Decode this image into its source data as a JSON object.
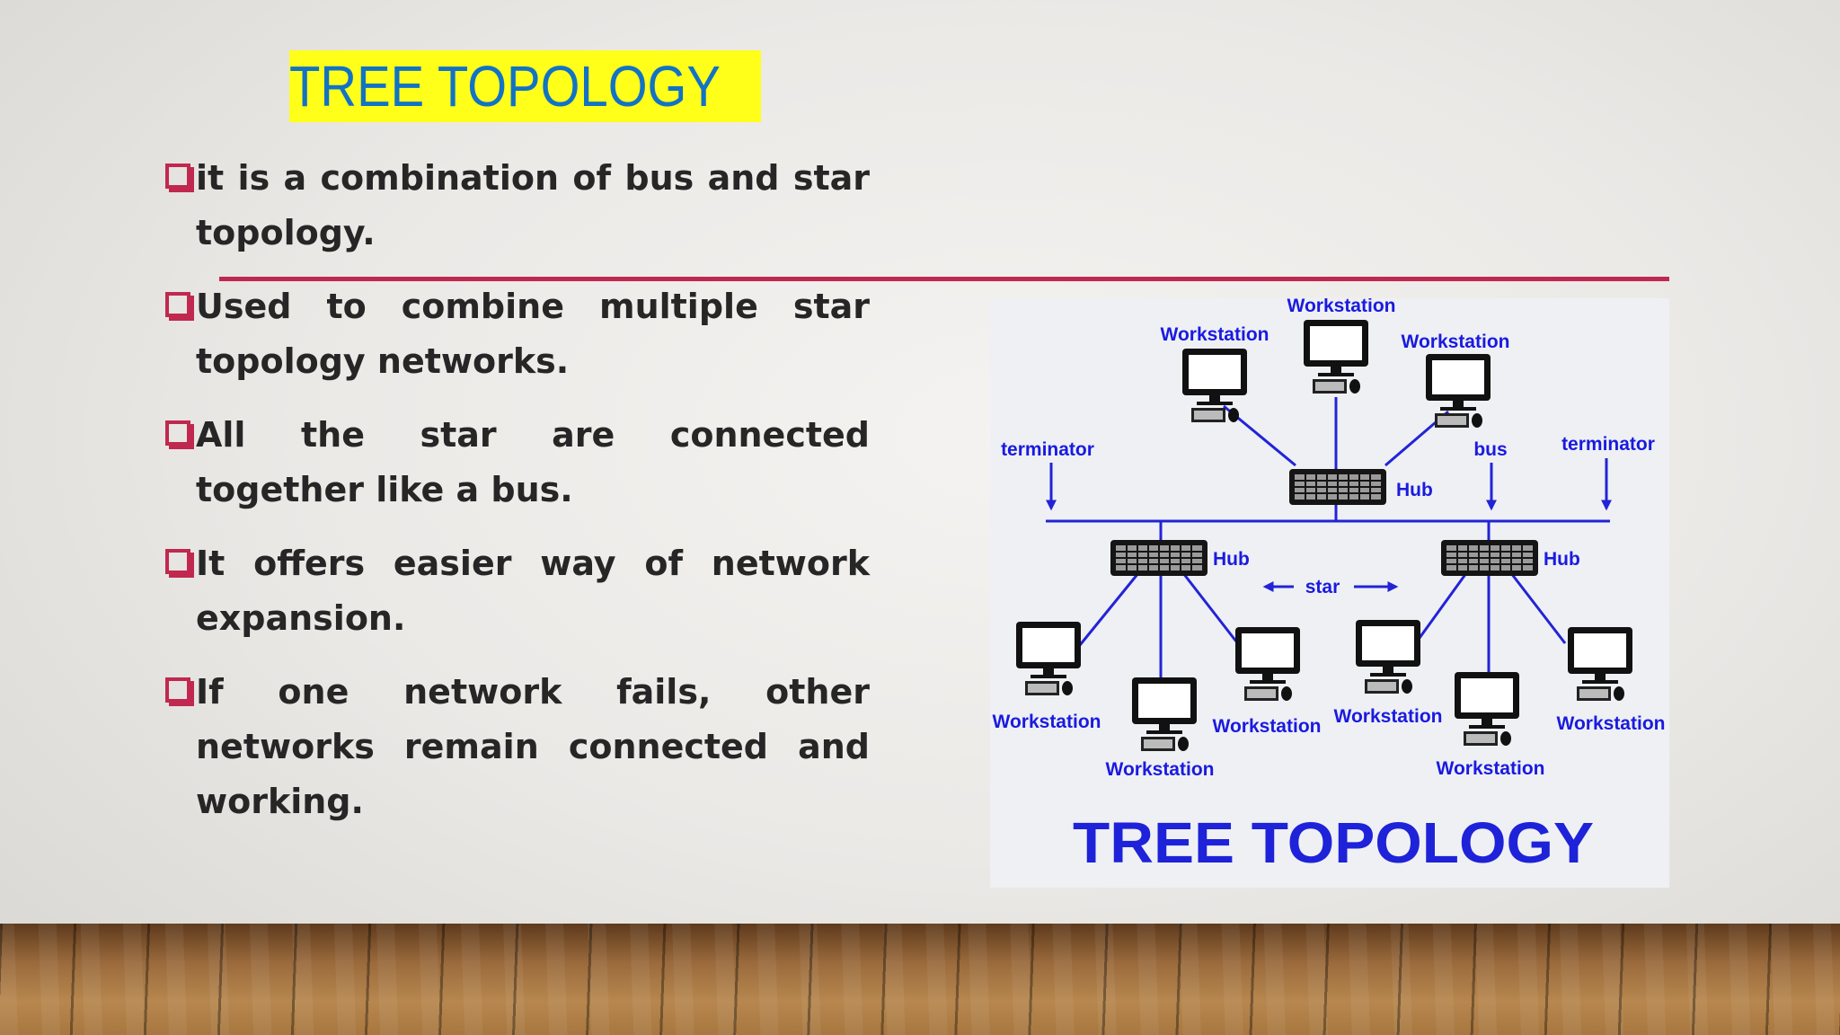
{
  "slide": {
    "title": "TREE TOPOLOGY",
    "bullets": [
      "it is a combination of bus and star topology.",
      "Used to combine multiple star topology networks.",
      "All the star are connected together like a bus.",
      "It offers easier way of network expansion.",
      "If one network fails, other networks remain connected and working."
    ]
  },
  "diagram": {
    "caption": "TREE TOPOLOGY",
    "labels": {
      "workstation": "Workstation",
      "hub": "Hub",
      "terminator": "terminator",
      "bus": "bus",
      "star": "star"
    },
    "colors": {
      "ink": "#1a1ae0",
      "line": "#2323d6",
      "title_highlight": "#ffff1a",
      "accent": "#c0284f"
    }
  }
}
